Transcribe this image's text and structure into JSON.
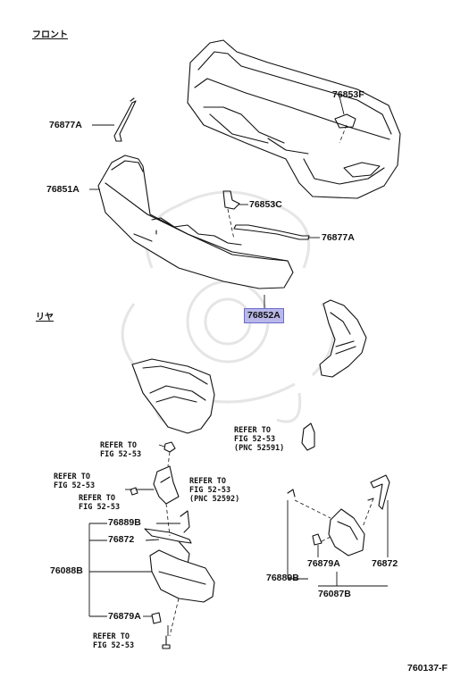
{
  "sections": {
    "front": "フロント",
    "rear": "リヤ"
  },
  "parts": {
    "p76853F": "76853F",
    "p76877A_top": "76877A",
    "p76851A": "76851A",
    "p76853C": "76853C",
    "p76877A_mid": "76877A",
    "p76852A": "76852A",
    "p76889B_left": "76889B",
    "p76872_left": "76872",
    "p76088B": "76088B",
    "p76879A_left": "76879A",
    "p76879A_right": "76879A",
    "p76872_right": "76872",
    "p76889B_right": "76889B",
    "p76087B": "76087B"
  },
  "refs": {
    "r1": "REFER TO\nFIG 52-53\n(PNC 52591)",
    "r2": "REFER TO\nFIG 52-53",
    "r3": "REFER TO\nFIG 52-53",
    "r4": "REFER TO\nFIG 52-53",
    "r5": "REFER TO\nFIG 52-53\n(PNC 52592)",
    "r6": "REFER TO\nFIG 52-53"
  },
  "figure_id": "760137-F",
  "highlight_color": "#b9b8e8"
}
